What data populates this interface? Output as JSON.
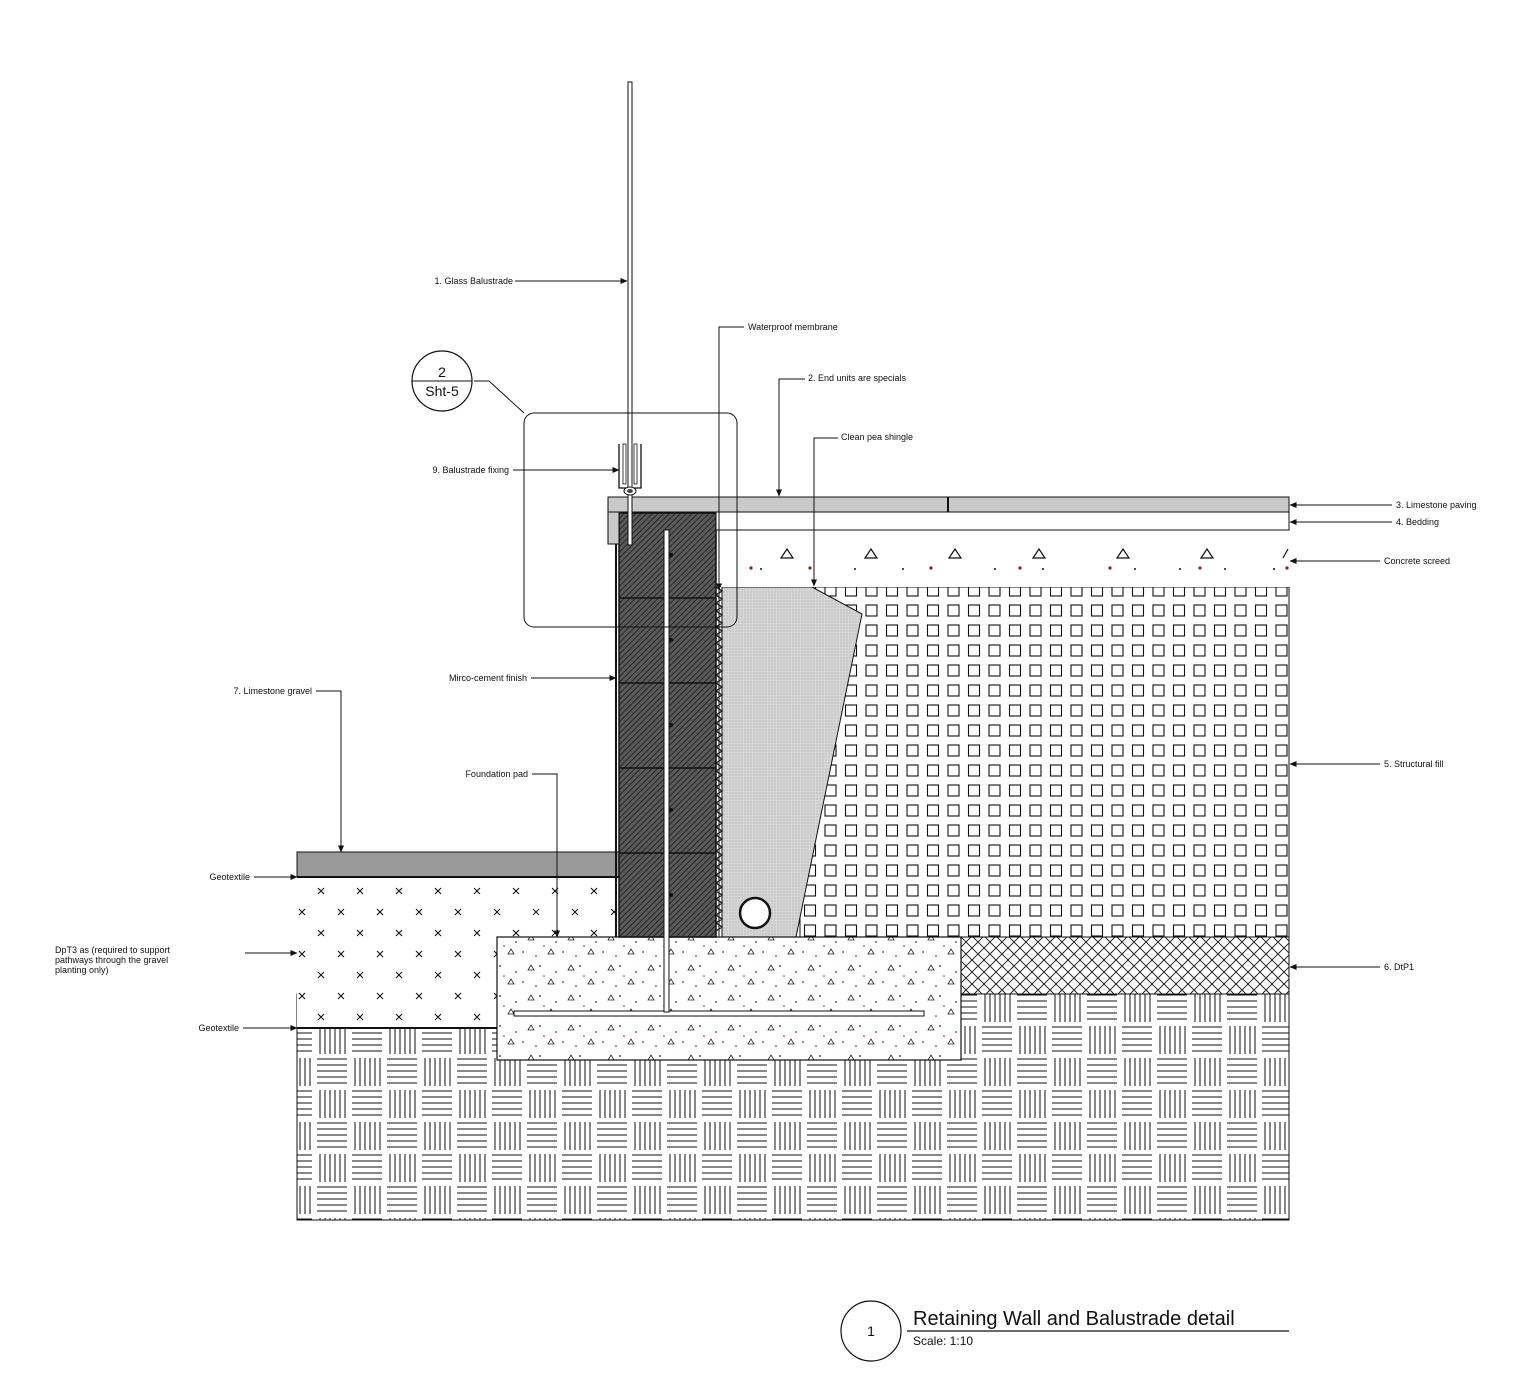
{
  "drawing": {
    "title": "Retaining Wall and Balustrade detail",
    "scale": "Scale: 1:10",
    "detail_number": "1",
    "callout": {
      "number": "2",
      "sheet": "Sht-5"
    }
  },
  "labels": {
    "glass_balustrade": "1. Glass Balustrade",
    "waterproof_membrane": "Waterproof membrane",
    "end_units": "2. End units are specials",
    "clean_pea_shingle": "Clean pea shingle",
    "balustrade_fixing": "9. Balustrade fixing",
    "limestone_paving": "3. Limestone paving",
    "bedding": "4. Bedding",
    "concrete_screed": "Concrete screed",
    "limestone_gravel": "7. Limestone gravel",
    "micro_cement": "Mirco-cement finish",
    "foundation_pad": "Foundation pad",
    "structural_fill": "5. Structural fill",
    "geotextile_top": "Geotextile",
    "dpt3_line1": "DpT3 as (required to support",
    "dpt3_line2": "pathways through the gravel",
    "dpt3_line3": "planting only)",
    "dtp1": "6. DtP1",
    "geotextile_bottom": "Geotextile"
  },
  "colors": {
    "line": "#111111",
    "paving": "#c9c9c9",
    "gravel_band": "#9a9a9a",
    "wall": "#4a4a4a",
    "shingle": "#d4d4d4",
    "accent_dots": "#8b1a1a"
  }
}
